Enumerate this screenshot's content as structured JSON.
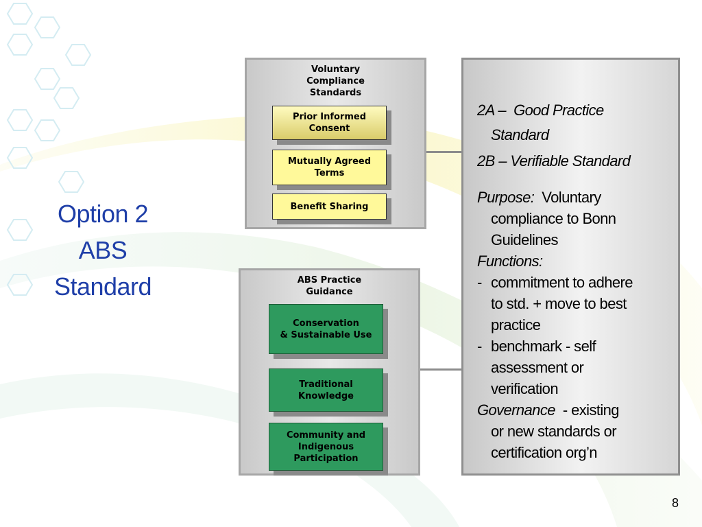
{
  "title": {
    "lines": [
      "Option 2",
      "ABS",
      "Standard"
    ]
  },
  "voluntary_group": {
    "heading": "Voluntary\nCompliance\nStandards",
    "items": [
      {
        "label": "Prior Informed\nConsent"
      },
      {
        "label": "Mutually Agreed\nTerms"
      },
      {
        "label": "Benefit Sharing"
      }
    ]
  },
  "practice_group": {
    "heading": "ABS Practice\nGuidance",
    "items": [
      {
        "label": "Conservation\n& Sustainable Use"
      },
      {
        "label": "Traditional\nKnowledge"
      },
      {
        "label": "Community and\nIndigenous\nParticipation"
      }
    ]
  },
  "detail": {
    "line_2a_prefix": "2A –",
    "line_2a_title": "Good Practice",
    "line_2a_cont": "Standard",
    "line_2b": "2B – Verifiable Standard",
    "purpose_label": "Purpose:",
    "purpose_text_1": "Voluntary",
    "purpose_text_2": "compliance to Bonn",
    "purpose_text_3": "Guidelines",
    "functions_label": "Functions:",
    "bullet_dash": "-",
    "function_1_lines": [
      "commitment to adhere",
      "to std. + move to best",
      "practice"
    ],
    "function_2_lines": [
      "benchmark  - self",
      "assessment or",
      "verification"
    ],
    "governance_label": "Governance",
    "governance_text_1": "- existing",
    "governance_text_2": "or new standards or",
    "governance_text_3": "certification org’n"
  },
  "page_number": "8",
  "colors": {
    "title": "#1f3fa8",
    "yellow_box": "#fff99a",
    "green_box": "#2e9a5e",
    "connector": "#8c8c8c"
  }
}
